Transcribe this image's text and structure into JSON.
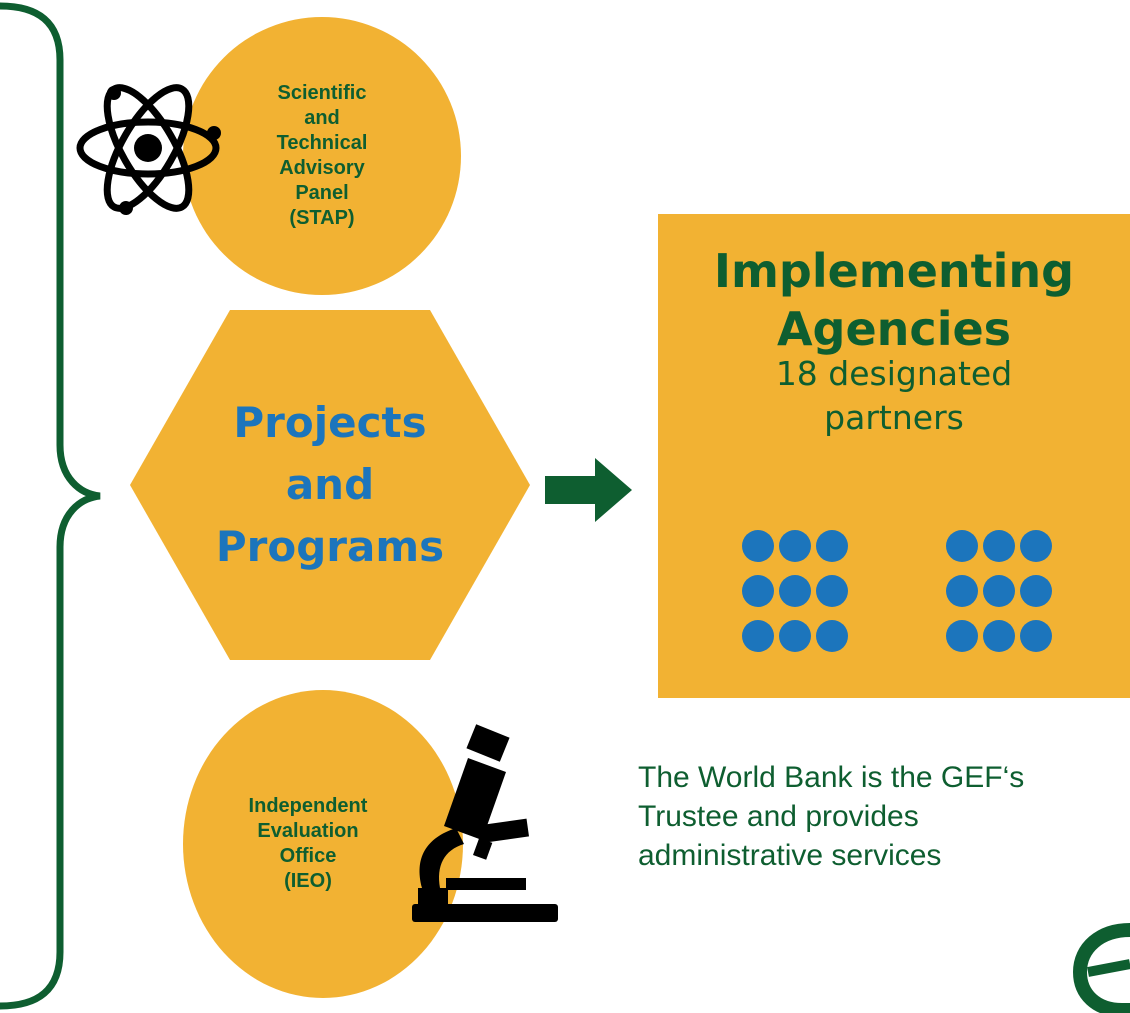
{
  "stap": {
    "label_lines": [
      "Scientific",
      "and",
      "Technical",
      "Advisory",
      "Panel",
      "(STAP)"
    ],
    "icon": "atom-icon"
  },
  "hexagon": {
    "label_lines": [
      "Projects",
      "and",
      "Programs"
    ]
  },
  "arrow": {
    "icon": "arrow-right-icon"
  },
  "agencies": {
    "title_lines": [
      "Implementing",
      "Agencies"
    ],
    "subtitle_lines": [
      "18 designated",
      "partners"
    ],
    "dot_count": 18
  },
  "ieo": {
    "label_lines": [
      "Independent",
      "Evaluation",
      "Office",
      "(IEO)"
    ],
    "icon": "microscope-icon"
  },
  "trustee_text_lines": [
    "The World Bank is the GEF‘s",
    "Trustee and provides",
    "administrative services"
  ],
  "colors": {
    "gold": "#F2B233",
    "dark_green": "#0E5E30",
    "blue": "#1C75BC"
  }
}
